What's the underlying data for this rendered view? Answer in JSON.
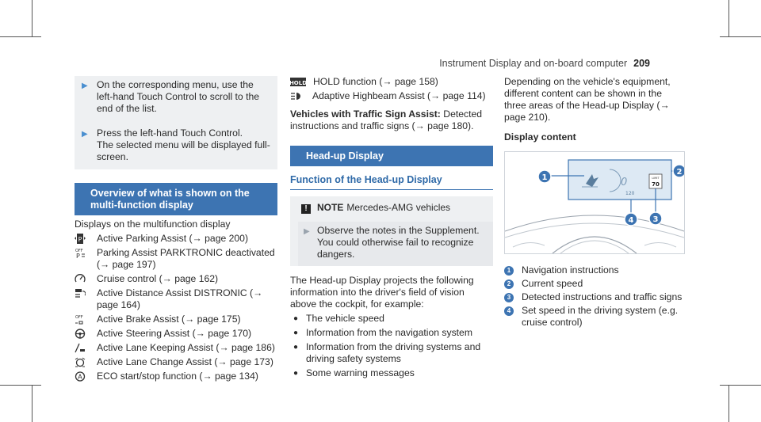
{
  "header": {
    "title": "Instrument Display and on-board computer",
    "page": "209"
  },
  "col1": {
    "step1": "On the corresponding menu, use the left-hand Touch Control to scroll to the end of the list.",
    "step2_a": "Press the left-hand Touch Control.",
    "step2_b": "The selected menu will be displayed full-screen.",
    "section_title": "Overview of what is shown on the multi-function display",
    "intro": "Displays on the multifunction display",
    "items": [
      {
        "icon": "parking-assist-icon",
        "text": "Active Parking Assist (→ page 200)"
      },
      {
        "icon": "parktronic-off-icon",
        "text": "Parking Assist PARKTRONIC deactivated (→ page 197)"
      },
      {
        "icon": "cruise-control-icon",
        "text": "Cruise control (→ page 162)"
      },
      {
        "icon": "distronic-icon",
        "text": "Active Distance Assist DISTRONIC (→ page 164)"
      },
      {
        "icon": "brake-assist-off-icon",
        "text": "Active Brake Assist (→ page 175)"
      },
      {
        "icon": "steering-assist-icon",
        "text": "Active Steering Assist (→ page 170)"
      },
      {
        "icon": "lane-keeping-icon",
        "text": "Active Lane Keeping Assist (→ page 186)"
      },
      {
        "icon": "lane-change-icon",
        "text": "Active Lane Change Assist (→ page 173)"
      },
      {
        "icon": "eco-start-stop-icon",
        "text": "ECO start/stop function (→ page 134)"
      }
    ]
  },
  "col2": {
    "items": [
      {
        "icon": "hold-icon",
        "label": "HOLD",
        "text": "HOLD function (→ page 158)"
      },
      {
        "icon": "highbeam-assist-icon",
        "text": "Adaptive Highbeam Assist (→ page 114)"
      }
    ],
    "tsa_bold": "Vehicles with Traffic Sign Assist:",
    "tsa_text": "Detected instructions and traffic signs (→ page 180).",
    "section_title": "Head-up Display",
    "sub_title": "Function of the Head-up Display",
    "note_label": "NOTE",
    "note_text": "Mercedes-AMG vehicles",
    "note_step": "Observe the notes in the Supplement. You could otherwise fail to recognize dangers.",
    "para": "The Head-up Display projects the following information into the driver's field of vision above the cockpit, for example:",
    "bullets": [
      "The vehicle speed",
      "Information from the navigation system",
      "Information from the driving systems and driving safety systems",
      "Some warning messages"
    ]
  },
  "col3": {
    "para": "Depending on the vehicle's equipment, different content can be shown in the three areas of the Head-up Display (→ page 210).",
    "title": "Display content",
    "figure": {
      "speed": "120",
      "sign_top": "LIMIT",
      "sign_value": "70",
      "callouts": [
        "1",
        "2",
        "3",
        "4"
      ]
    },
    "legend": [
      {
        "n": "1",
        "text": "Navigation instructions"
      },
      {
        "n": "2",
        "text": "Current speed"
      },
      {
        "n": "3",
        "text": "Detected instructions and traffic signs"
      },
      {
        "n": "4",
        "text": "Set speed in the driving system (e.g. cruise control)"
      }
    ]
  }
}
